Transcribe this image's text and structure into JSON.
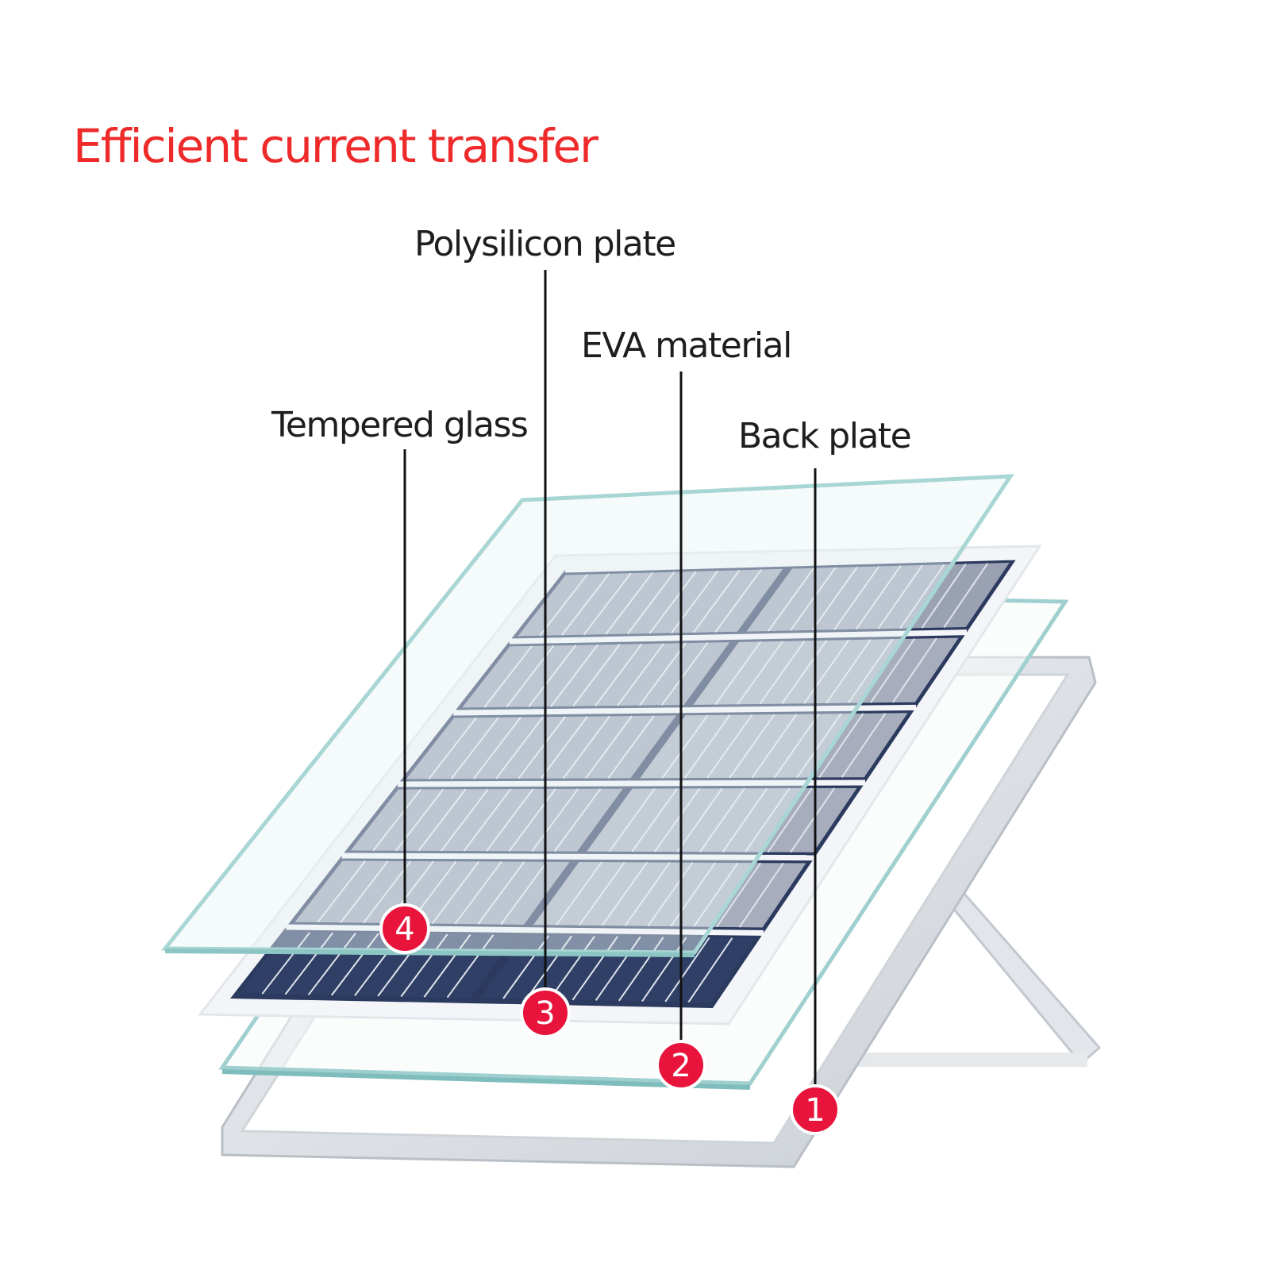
{
  "title": "Efficient current transfer",
  "layers": [
    {
      "number": "1",
      "label": "Back plate"
    },
    {
      "number": "2",
      "label": "EVA material"
    },
    {
      "number": "3",
      "label": "Polysilicon plate"
    },
    {
      "number": "4",
      "label": "Tempered glass"
    }
  ],
  "colors": {
    "title": "#ee2a2a",
    "marker": "#e8143c",
    "cell_light": "#a7adbc",
    "cell_dark": "#2b3a5e",
    "glass_edge": "#9fd0cf",
    "frame": "#d9dde2"
  }
}
